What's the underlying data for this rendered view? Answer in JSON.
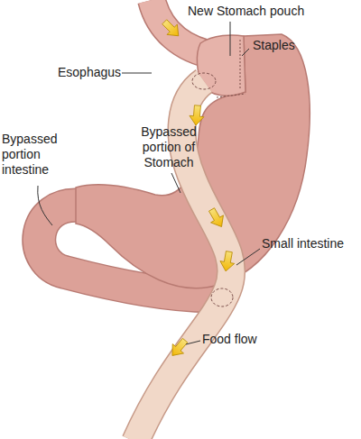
{
  "diagram": {
    "labels": [
      "New Stomach pouch",
      "Esophagus",
      "Staples",
      "Bypassed portion intestine",
      "Bypassed portion of Stomach",
      "Small intestine",
      "Food flow"
    ]
  }
}
